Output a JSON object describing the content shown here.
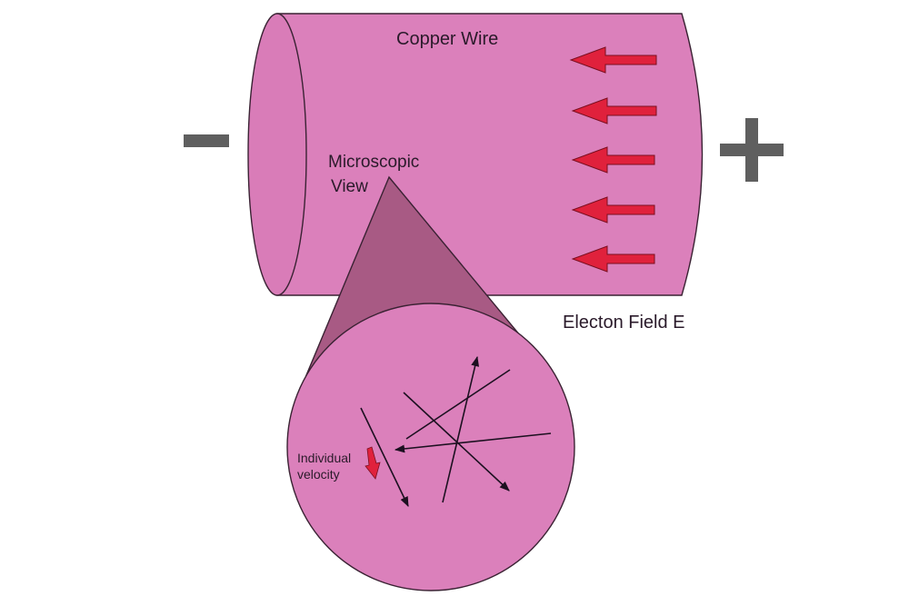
{
  "colors": {
    "wire_fill": "#db80bb",
    "wire_end_fill": "#d97cb8",
    "cone_fill": "#a85a84",
    "outline": "#3a2233",
    "arrow_fill": "#e0213c",
    "arrow_stroke": "#7a0f20",
    "terminal": "#5f5f5f",
    "vector": "#1c1020"
  },
  "labels": {
    "wire": "Copper Wire",
    "microscopic_line1": "Microscopic",
    "microscopic_line2": "View",
    "field": "Electon Field E",
    "velocity_line1": "Individual",
    "velocity_line2": "velocity"
  },
  "terminals": {
    "negative": "minus",
    "positive": "plus"
  },
  "field_arrows": {
    "count": 5,
    "direction": "left"
  }
}
